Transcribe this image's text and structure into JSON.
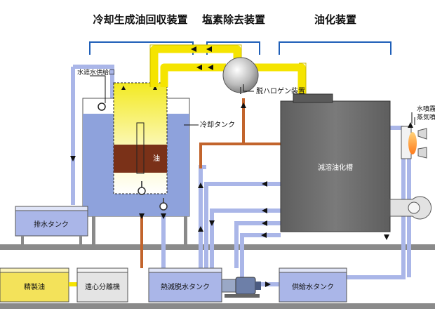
{
  "headers": {
    "cooling_recovery": "冷却生成油回収装置",
    "dechlorination": "塩素除去装置",
    "oilification": "油化装置"
  },
  "labels": {
    "water_supply_inlet": "水遮水供給口",
    "cooling_tank": "冷却タンク",
    "oil": "油",
    "dehalogen_device": "脱ハロゲン装置",
    "reduction_tank": "減溶油化槽",
    "water_spray": "水噴霧",
    "steam_spray": "蒸気噴霧",
    "drain_tank": "排水タンク",
    "refined_oil": "精製油",
    "centrifuge": "遠心分離機",
    "heat_dewater_tank": "熱減脱水タンク",
    "water_supply_tank": "供給水タンク"
  },
  "colors": {
    "yellow_pipe": "#f5e400",
    "blue_pipe": "#aab6e8",
    "brown_pipe": "#c2642c",
    "tank_water": "#8ea2dc",
    "oil_layer": "#7a3118",
    "furnace": "#6d6d6d",
    "floor": "#8a8a8a"
  }
}
